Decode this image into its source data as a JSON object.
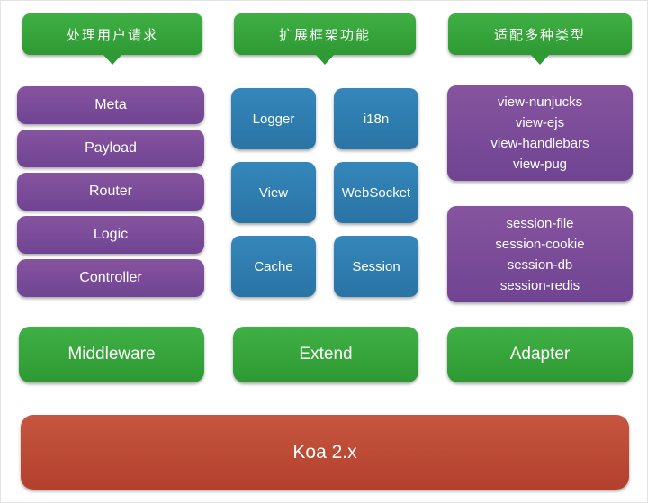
{
  "callouts": [
    {
      "label": "处理用户请求"
    },
    {
      "label": "扩展框架功能"
    },
    {
      "label": "适配多种类型"
    }
  ],
  "left_column": {
    "items": [
      "Meta",
      "Payload",
      "Router",
      "Logic",
      "Controller"
    ],
    "footer": "Middleware"
  },
  "middle_column": {
    "items": [
      "Logger",
      "i18n",
      "View",
      "WebSocket",
      "Cache",
      "Session"
    ],
    "footer": "Extend"
  },
  "right_column": {
    "view_group": {
      "lines": [
        "view-nunjucks",
        "view-ejs",
        "view-handlebars",
        "view-pug"
      ]
    },
    "session_group": {
      "lines": [
        "session-file",
        "session-cookie",
        "session-db",
        "session-redis"
      ]
    },
    "footer": "Adapter"
  },
  "base": {
    "label": "Koa 2.x"
  },
  "colors": {
    "green": "#32A237",
    "purple": "#7A4B9C",
    "blue": "#2F7DAF",
    "red": "#BE4B36"
  }
}
